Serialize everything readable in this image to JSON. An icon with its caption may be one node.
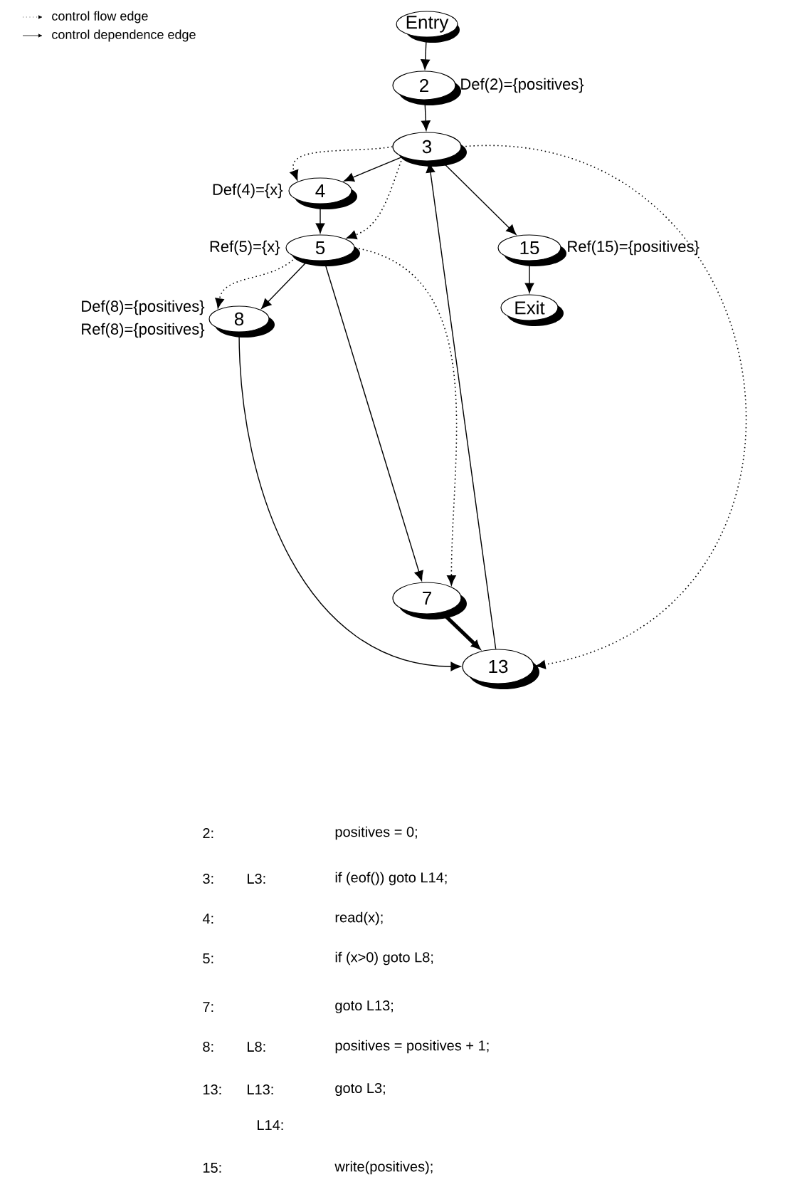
{
  "diagram": {
    "nodes": [
      {
        "text": [
          "Entry"
        ]
      },
      {
        "text": [
          "2"
        ],
        "beside": [
          "Def(2)={positives}"
        ]
      },
      {
        "text": [
          "3"
        ]
      },
      {
        "text": [
          "4"
        ],
        "beside": [
          "Def(4)={x}"
        ]
      },
      {
        "text": [
          "5"
        ],
        "beside": [
          "Ref(5)={x}"
        ]
      },
      {
        "text": [
          "15"
        ],
        "beside": [
          "Ref(15)={positives}"
        ]
      },
      {
        "text": [
          "8"
        ],
        "beside": [
          "Def(8)={positives}",
          "Ref(8)={positives}"
        ]
      },
      {
        "text": [
          "Exit"
        ]
      },
      {
        "text": [
          "7"
        ]
      },
      {
        "text": [
          "13"
        ]
      }
    ],
    "edges": [
      {
        "from": 0,
        "to": 1,
        "arrow": "to"
      },
      {
        "from": 1,
        "to": 2,
        "arrow": "to"
      },
      {
        "from": 2,
        "to": 3,
        "arrow": "to"
      },
      {
        "from": 2,
        "to": 3,
        "arrow": "to",
        "style": "dashed"
      },
      {
        "from": 3,
        "to": 4,
        "arrow": "to"
      },
      {
        "from": 2,
        "to": 5,
        "arrow": "to"
      },
      {
        "from": 2,
        "to": 4,
        "arrow": "to",
        "style": "dashed"
      },
      {
        "from": 2,
        "to": 9,
        "arrow": "to",
        "style": "dashed"
      },
      {
        "from": 4,
        "to": 6,
        "arrow": "to"
      },
      {
        "from": 4,
        "to": 6,
        "arrow": "to",
        "style": "dashed"
      },
      {
        "from": 5,
        "to": 7,
        "arrow": "to"
      },
      {
        "from": 4,
        "to": 8,
        "arrow": "to"
      },
      {
        "from": 4,
        "to": 8,
        "arrow": "to",
        "style": "dashed"
      },
      {
        "from": 6,
        "to": 9,
        "arrow": "to"
      },
      {
        "from": 8,
        "to": 9,
        "arrow": "to",
        "style": "thick"
      },
      {
        "from": 9,
        "to": 2,
        "arrow": "to"
      }
    ],
    "labels": [
      "2:",
      "positives = 0;",
      "3:",
      "L3:",
      "if (eof()) goto L14;",
      "4:",
      "read(x);",
      "5:",
      "if (x>0) goto L8;",
      "7:",
      "goto L13;",
      "8:",
      "L8:",
      "positives = positives + 1;",
      "13:",
      "L13:",
      "goto L3;",
      "L14:",
      "15:",
      "write(positives);"
    ],
    "legend": [
      {
        "text": "control flow edge"
      },
      {
        "text": "control dependence edge"
      }
    ]
  }
}
